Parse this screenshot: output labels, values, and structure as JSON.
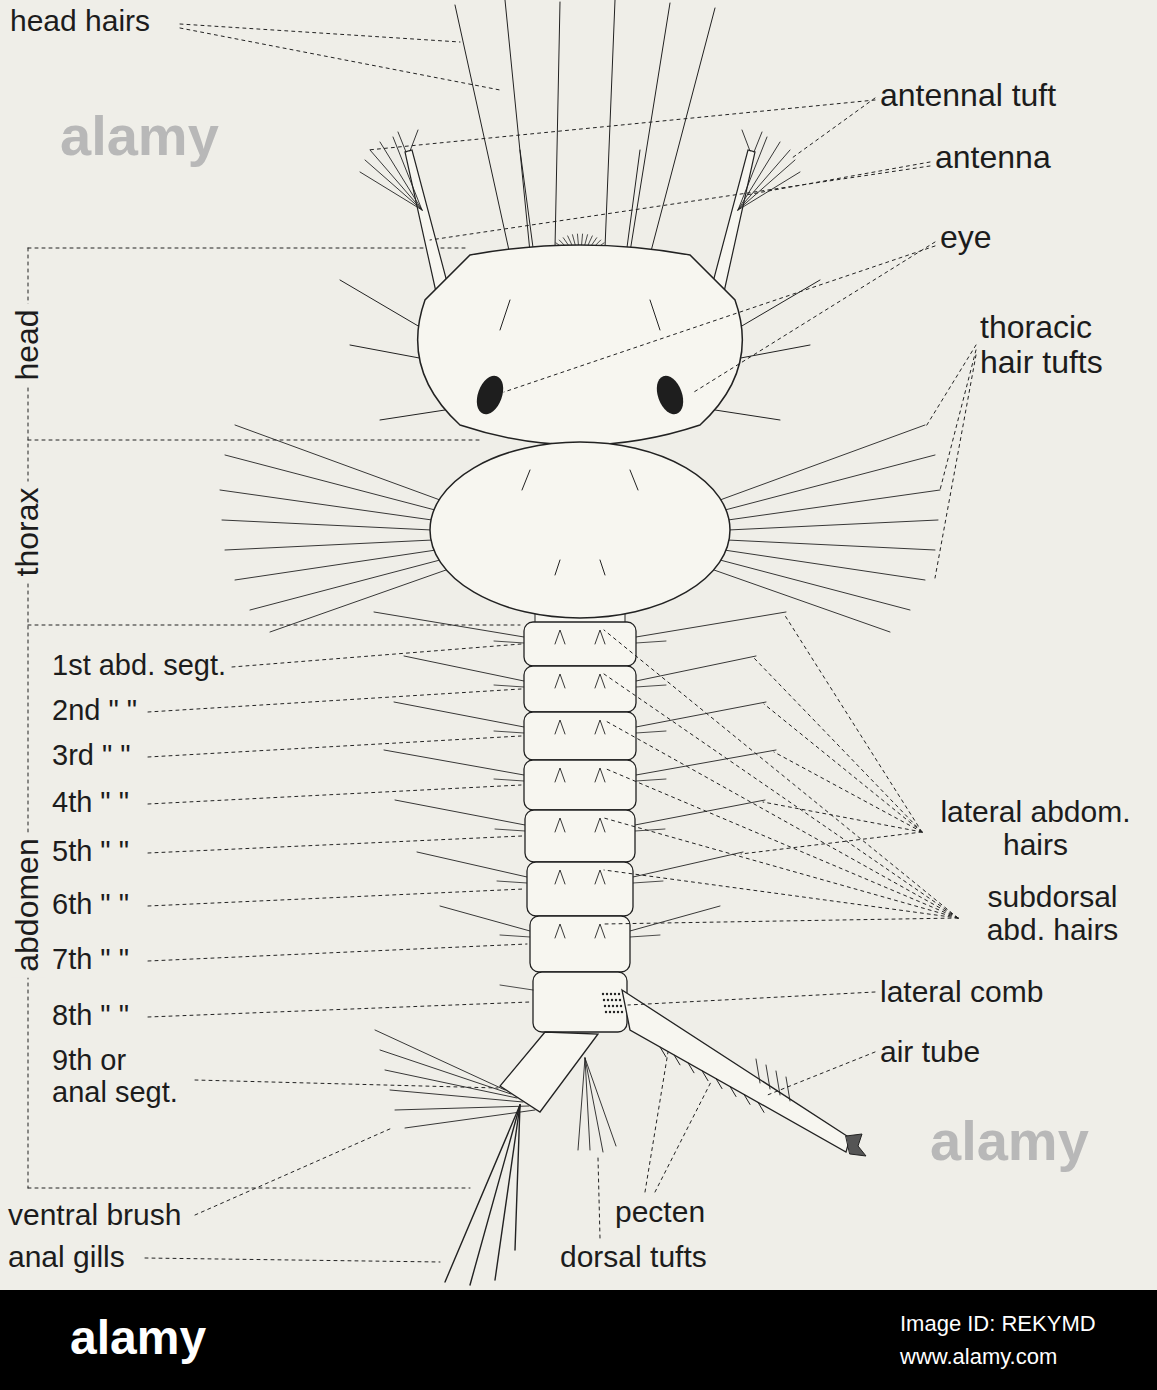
{
  "diagram": {
    "labels": [
      "head hairs",
      "antennal tuft",
      "antenna",
      "eye",
      "head",
      "thorax",
      "thoracic hair tufts",
      "1st abd. segt.",
      "2nd \" \"",
      "3rd \" \"",
      "4th \" \"",
      "5th \" \"",
      "6th \" \"",
      "7th \" \"",
      "8th \" \"",
      "9th or anal segt.",
      "abdomen",
      "lateral abdom. hairs",
      "subdorsal abd. hairs",
      "lateral comb",
      "air tube",
      "pecten",
      "dorsal tufts",
      "ventral brush",
      "anal gills",
      "alamy",
      "alamy",
      "alamy",
      "Image ID: REKYMD",
      "www.alamy.com"
    ]
  }
}
